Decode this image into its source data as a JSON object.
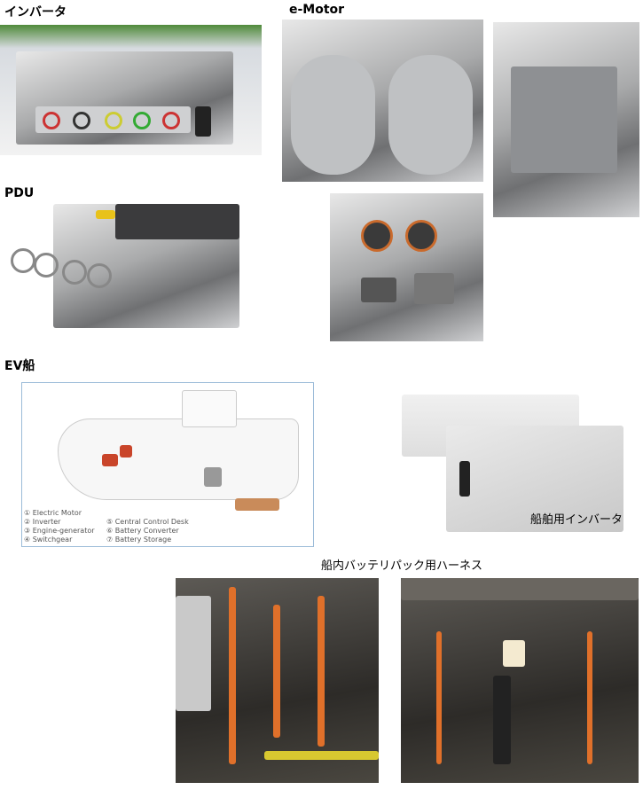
{
  "labels": {
    "inverter": "インバータ",
    "emotor": "e-Motor",
    "pdu": "PDU",
    "ev_ship": "EV船",
    "marine_inverter": "船舶用インバータ",
    "harness": "船内バッテリパック用ハーネス"
  },
  "ship_diagram": {
    "legend_left": [
      "① Electric Motor",
      "② Inverter",
      "③ Engine-generator",
      "④ Switchgear"
    ],
    "legend_right": [
      "⑤ Central Control Desk",
      "⑥ Battery Converter",
      "⑦ Battery Storage"
    ]
  },
  "colors": {
    "diagram_border": "#9bbbd8",
    "accent_orange": "#e0702a"
  }
}
